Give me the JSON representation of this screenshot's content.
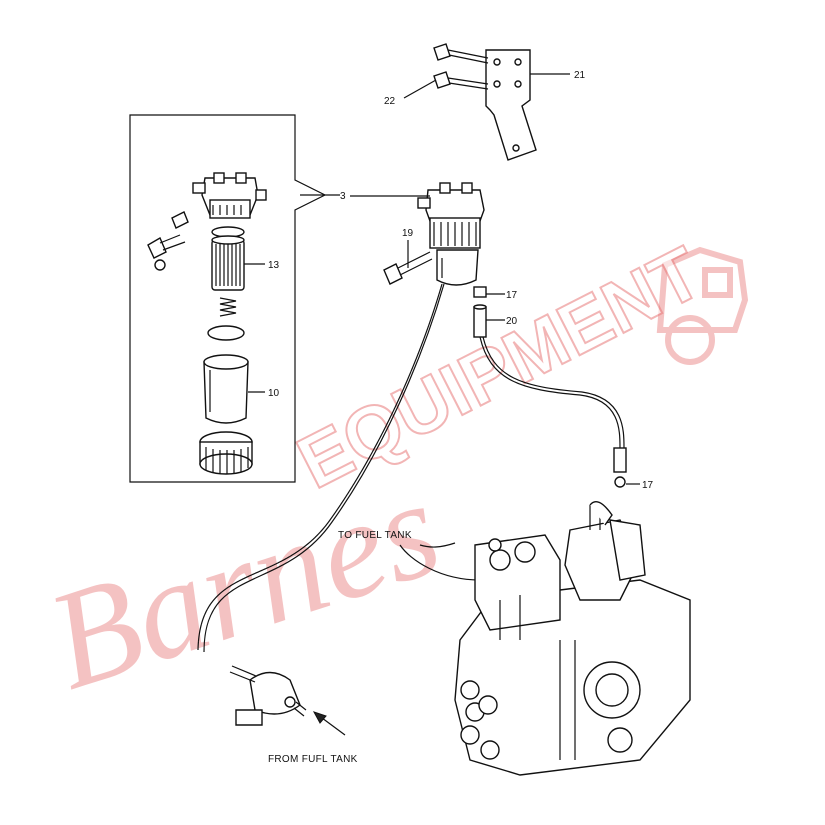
{
  "callouts": {
    "c3": "3",
    "c10": "10",
    "c13": "13",
    "c17a": "17",
    "c17b": "17",
    "c19": "19",
    "c20": "20",
    "c21": "21",
    "c22": "22"
  },
  "captions": {
    "to_fuel_tank": "TO FUEL TANK",
    "from_fuel_tank": "FROM FUFL TANK"
  },
  "watermark": {
    "script": "Barnes",
    "block": "EQUIPMENT",
    "color": "#e87a7a"
  }
}
